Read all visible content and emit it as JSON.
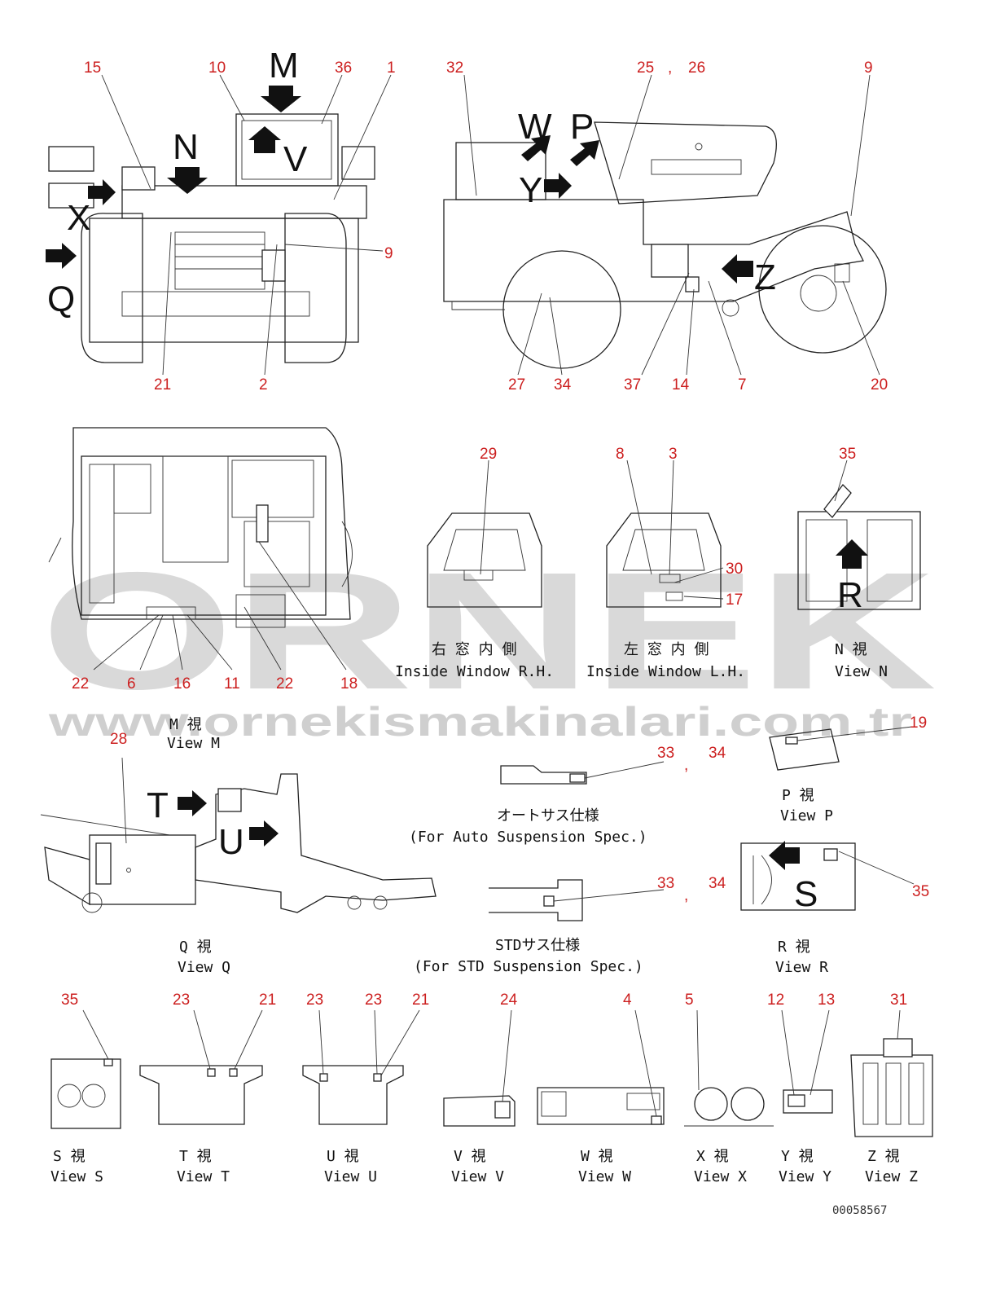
{
  "watermark": {
    "brand": "ORNEK",
    "url": "www.ornekismakinalari.com.tr"
  },
  "callouts": {
    "front": [
      "15",
      "10",
      "36",
      "1",
      "9",
      "21",
      "2"
    ],
    "side": [
      "32",
      "25",
      ",",
      "26",
      "9",
      "27",
      "34",
      "37",
      "14",
      "7",
      "20"
    ],
    "viewM": [
      "22",
      "6",
      "16",
      "11",
      "22",
      "18"
    ],
    "cab": [
      "29",
      "8",
      "3",
      "30",
      "17"
    ],
    "viewN": [
      "35"
    ],
    "viewQ": [
      "28"
    ],
    "viewP": [
      "19"
    ],
    "auto": [
      "33",
      ",",
      "34"
    ],
    "std": [
      "33",
      ",",
      "34"
    ],
    "viewR": [
      "35"
    ],
    "row": [
      "35",
      "23",
      "21",
      "23",
      "23",
      "21",
      "24",
      "4",
      "5",
      "12",
      "13",
      "31"
    ]
  },
  "view_letters": {
    "front": [
      "M",
      "N",
      "V",
      "X",
      "Q"
    ],
    "side": [
      "W",
      "P",
      "Y",
      "Z"
    ],
    "viewN": [
      "R"
    ],
    "viewQ": [
      "T",
      "U"
    ],
    "viewR": [
      "S"
    ]
  },
  "captions": {
    "rh_jp": "右 窓 内 側",
    "rh_en": "Inside Window R.H.",
    "lh_jp": "左 窓 内 側",
    "lh_en": "Inside Window L.H.",
    "n_jp": "N  視",
    "n_en": "View N",
    "m_jp": "M  視",
    "m_en": "View M",
    "auto_jp": "オートサス仕様",
    "auto_en": "(For Auto Suspension Spec.)",
    "p_jp": "P  視",
    "p_en": "View P",
    "q_jp": "Q  視",
    "q_en": "View Q",
    "std_jp": "STDサス仕様",
    "std_en": "(For STD Suspension Spec.)",
    "r_jp": "R  視",
    "r_en": "View R",
    "s_jp": "S  視",
    "s_en": "View S",
    "t_jp": "T  視",
    "t_en": "View T",
    "u_jp": "U  視",
    "u_en": "View U",
    "v_jp": "V  視",
    "v_en": "View V",
    "w_jp": "W  視",
    "w_en": "View W",
    "x_jp": "X  視",
    "x_en": "View X",
    "y_jp": "Y  視",
    "y_en": "View Y",
    "z_jp": "Z  視",
    "z_en": "View Z"
  },
  "drawing_number": "00058567",
  "colors": {
    "callout": "#cc1f1f",
    "line": "#222222",
    "watermark": "#d9d9d9"
  }
}
